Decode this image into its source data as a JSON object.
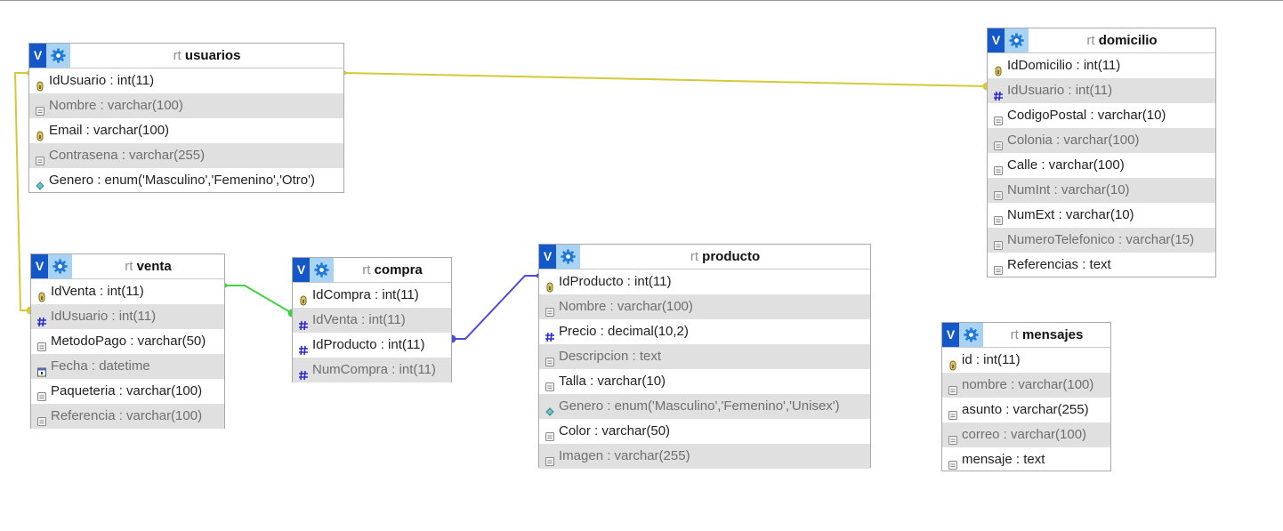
{
  "header": {
    "toggle_label": "V"
  },
  "tables": [
    {
      "id": "usuarios",
      "prefix": "rt",
      "name": "usuarios",
      "columns": [
        {
          "text": "IdUsuario : int(11)",
          "icon": "key-icon"
        },
        {
          "text": "Nombre : varchar(100)",
          "icon": "text-field-icon"
        },
        {
          "text": "Email : varchar(100)",
          "icon": "key-icon"
        },
        {
          "text": "Contrasena : varchar(255)",
          "icon": "text-field-icon"
        },
        {
          "text": "Genero : enum('Masculino','Femenino','Otro')",
          "icon": "enum-icon"
        }
      ]
    },
    {
      "id": "domicilio",
      "prefix": "rt",
      "name": "domicilio",
      "columns": [
        {
          "text": "IdDomicilio : int(11)",
          "icon": "key-icon"
        },
        {
          "text": "IdUsuario : int(11)",
          "icon": "hash-icon"
        },
        {
          "text": "CodigoPostal : varchar(10)",
          "icon": "text-field-icon"
        },
        {
          "text": "Colonia : varchar(100)",
          "icon": "text-field-icon"
        },
        {
          "text": "Calle : varchar(100)",
          "icon": "text-field-icon"
        },
        {
          "text": "NumInt : varchar(10)",
          "icon": "text-field-icon"
        },
        {
          "text": "NumExt : varchar(10)",
          "icon": "text-field-icon"
        },
        {
          "text": "NumeroTelefonico : varchar(15)",
          "icon": "text-field-icon"
        },
        {
          "text": "Referencias : text",
          "icon": "text-field-icon"
        }
      ]
    },
    {
      "id": "venta",
      "prefix": "rt",
      "name": "venta",
      "columns": [
        {
          "text": "IdVenta : int(11)",
          "icon": "key-icon"
        },
        {
          "text": "IdUsuario : int(11)",
          "icon": "hash-icon"
        },
        {
          "text": "MetodoPago : varchar(50)",
          "icon": "text-field-icon"
        },
        {
          "text": "Fecha : datetime",
          "icon": "calendar-icon"
        },
        {
          "text": "Paqueteria : varchar(100)",
          "icon": "text-field-icon"
        },
        {
          "text": "Referencia : varchar(100)",
          "icon": "text-field-icon"
        }
      ]
    },
    {
      "id": "compra",
      "prefix": "rt",
      "name": "compra",
      "columns": [
        {
          "text": "IdCompra : int(11)",
          "icon": "key-icon"
        },
        {
          "text": "IdVenta : int(11)",
          "icon": "hash-icon"
        },
        {
          "text": "IdProducto : int(11)",
          "icon": "hash-icon"
        },
        {
          "text": "NumCompra : int(11)",
          "icon": "hash-icon"
        }
      ]
    },
    {
      "id": "producto",
      "prefix": "rt",
      "name": "producto",
      "columns": [
        {
          "text": "IdProducto : int(11)",
          "icon": "key-icon"
        },
        {
          "text": "Nombre : varchar(100)",
          "icon": "text-field-icon"
        },
        {
          "text": "Precio : decimal(10,2)",
          "icon": "hash-icon"
        },
        {
          "text": "Descripcion : text",
          "icon": "text-field-icon"
        },
        {
          "text": "Talla : varchar(10)",
          "icon": "text-field-icon"
        },
        {
          "text": "Genero : enum('Masculino','Femenino','Unisex')",
          "icon": "enum-icon"
        },
        {
          "text": "Color : varchar(50)",
          "icon": "text-field-icon"
        },
        {
          "text": "Imagen : varchar(255)",
          "icon": "text-field-icon"
        }
      ]
    },
    {
      "id": "mensajes",
      "prefix": "rt",
      "name": "mensajes",
      "columns": [
        {
          "text": "id : int(11)",
          "icon": "key-icon"
        },
        {
          "text": "nombre : varchar(100)",
          "icon": "text-field-icon"
        },
        {
          "text": "asunto : varchar(255)",
          "icon": "text-field-icon"
        },
        {
          "text": "correo : varchar(100)",
          "icon": "text-field-icon"
        },
        {
          "text": "mensaje : text",
          "icon": "text-field-icon"
        }
      ]
    }
  ],
  "relations": [
    {
      "id": "usuarios-domicilio",
      "from": "usuarios.IdUsuario",
      "to": "domicilio.IdUsuario",
      "color": "#d4c93a"
    },
    {
      "id": "usuarios-venta",
      "from": "usuarios.IdUsuario",
      "to": "venta.IdUsuario",
      "color": "#d4c93a"
    },
    {
      "id": "venta-compra",
      "from": "venta.IdVenta",
      "to": "compra.IdVenta",
      "color": "#43d043"
    },
    {
      "id": "producto-compra",
      "from": "producto.IdProducto",
      "to": "compra.IdProducto",
      "color": "#4b4bd6"
    }
  ],
  "colors": {
    "toggle_bg": "#1457c8",
    "gear_bg": "#a9d3f5",
    "alt_row": "#e0e0e0"
  }
}
